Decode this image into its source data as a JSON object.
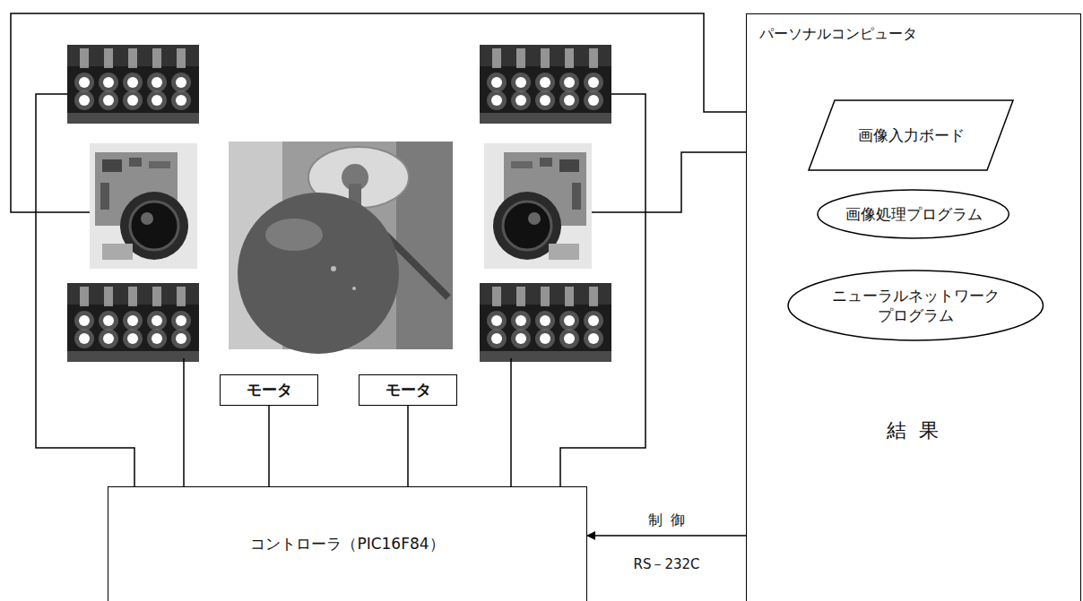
{
  "diagram": {
    "nodes": [
      {
        "text": [
          "パーソナルコンピュータ"
        ]
      },
      {
        "text": [
          "画像入力ボード"
        ],
        "in": 0
      },
      {
        "text": [
          "画像処理プログラム"
        ],
        "in": 0
      },
      {
        "text": [
          "ニューラルネットワーク プログラム"
        ],
        "in": 0
      },
      {
        "text": [
          "結果"
        ],
        "in": 0
      },
      {
        "text": [
          "モータ"
        ]
      },
      {
        "text": [
          "モータ"
        ]
      },
      {
        "text": [
          "コントローラ（PIC16F84）"
        ]
      }
    ],
    "edges": [
      {
        "from": 1,
        "to": 2,
        "arrow": "to"
      },
      {
        "from": 2,
        "to": 3,
        "arrow": "to"
      },
      {
        "from": 3,
        "to": 4,
        "arrow": "to"
      },
      {
        "from": 0,
        "to": 7,
        "label": "制御",
        "arrow": "to"
      },
      {
        "from": 5,
        "to": 7,
        "arrow": "none"
      },
      {
        "from": 6,
        "to": 7,
        "arrow": "none"
      }
    ],
    "labels": [
      "RS－232C"
    ]
  }
}
